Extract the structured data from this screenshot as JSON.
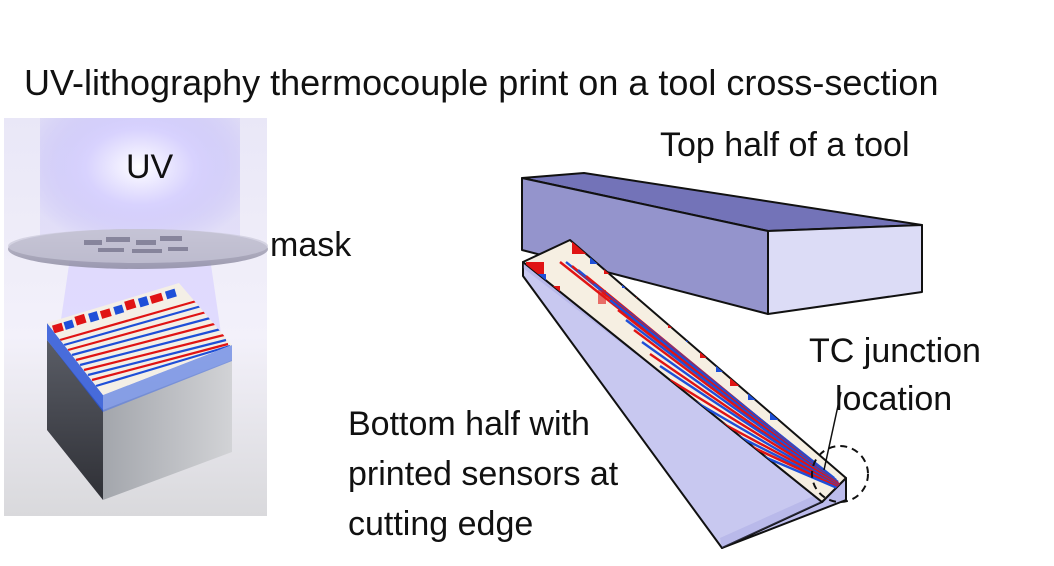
{
  "title": "UV-lithography thermocouple print on a tool cross-section",
  "labels": {
    "uv": "UV",
    "mask": "mask",
    "top_half": "Top half of a tool",
    "tc_junction_line1": "TC junction",
    "tc_junction_line2": "location",
    "bottom_line1": "Bottom half with",
    "bottom_line2": "printed sensors at",
    "bottom_line3": "cutting edge"
  },
  "colors": {
    "tool_top_face": "#7373b8",
    "tool_side": "#c8c8f0",
    "pattern_red": "#e01414",
    "pattern_blue": "#1e4fd8",
    "uv_glow": "#b9b4ff"
  }
}
